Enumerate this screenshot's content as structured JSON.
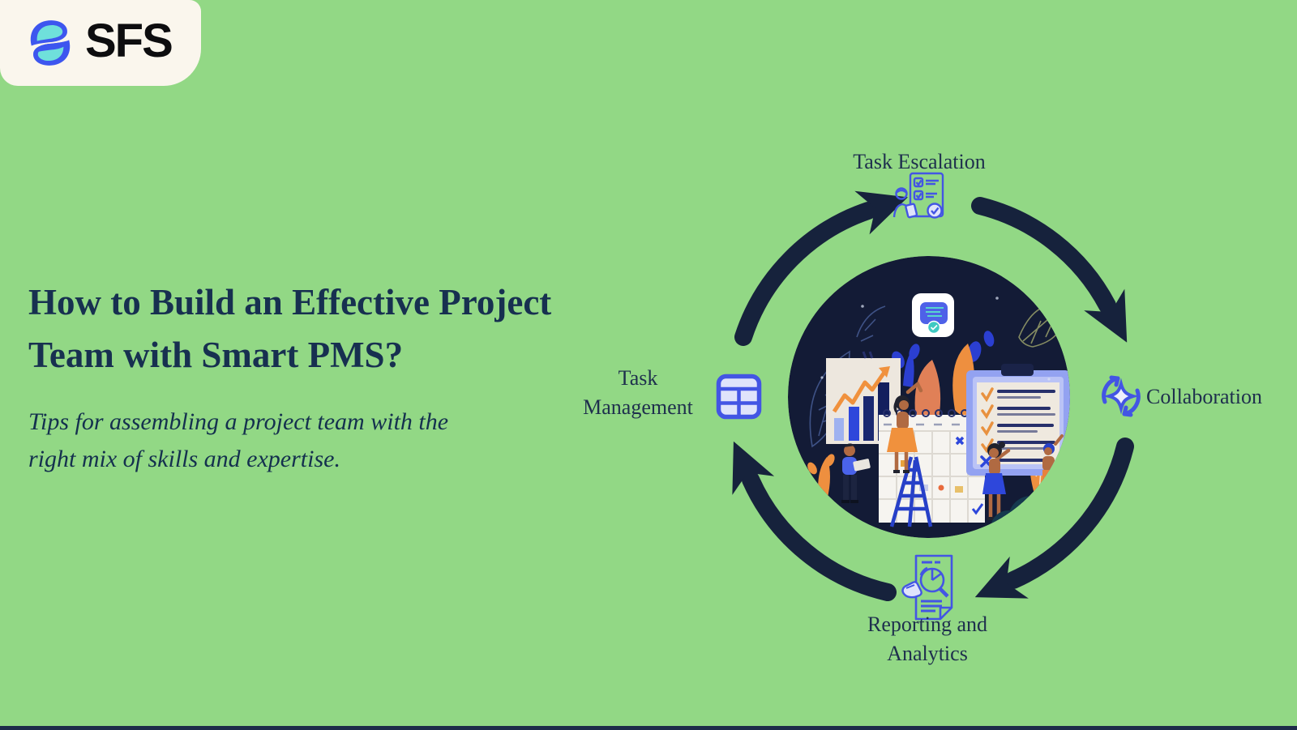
{
  "page": {
    "background_color": "#92D885",
    "bottom_strip_color": "#1E2C49"
  },
  "logo": {
    "text": "SFS",
    "card_color": "#FAF6ED",
    "icon_blue": "#3D56EF",
    "icon_teal": "#6FE0DB"
  },
  "headline": {
    "title_line1": "How to Build an Effective Project",
    "title_line2": "Team with Smart PMS?",
    "subtitle_line1": "Tips for assembling a project team with the",
    "subtitle_line2": "right mix of skills and expertise.",
    "text_color": "#173050"
  },
  "cycle": {
    "arrow_color": "#16223C",
    "icon_stroke_color": "#4355E4",
    "icon_fill_color": "#DFE3FB",
    "direction": "clockwise",
    "nodes": [
      {
        "id": "task-escalation",
        "position": "top",
        "label": "Task Escalation"
      },
      {
        "id": "collaboration",
        "position": "right",
        "label": "Collaboration"
      },
      {
        "id": "reporting-analytics",
        "position": "bottom",
        "label_line1": "Reporting and",
        "label_line2": "Analytics"
      },
      {
        "id": "task-management",
        "position": "left",
        "label_line1": "Task",
        "label_line2": "Management"
      }
    ],
    "center_illustration": {
      "background_color": "#131B36",
      "depicts": "team planning scene with bar chart, calendar, checklist clipboard and people"
    }
  }
}
